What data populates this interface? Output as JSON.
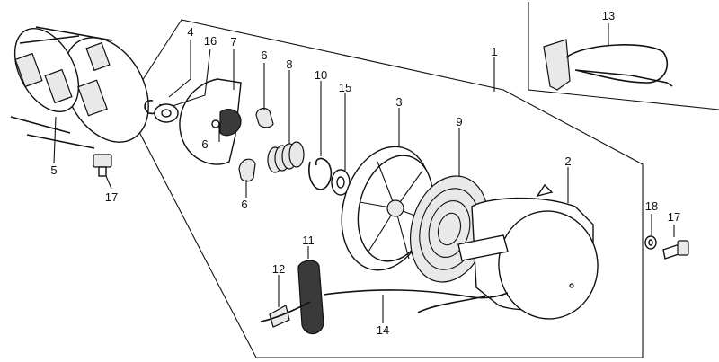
{
  "callouts": {
    "c1": "1",
    "c2": "2",
    "c3": "3",
    "c4": "4",
    "c5": "5",
    "c6_upper": "6",
    "c6_middle": "6",
    "c6_lower": "6",
    "c7": "7",
    "c8": "8",
    "c9": "9",
    "c10": "10",
    "c11": "11",
    "c12": "12",
    "c13": "13",
    "c14": "14",
    "c15": "15",
    "c16": "16",
    "c17_left": "17",
    "c17_right": "17",
    "c18": "18"
  }
}
